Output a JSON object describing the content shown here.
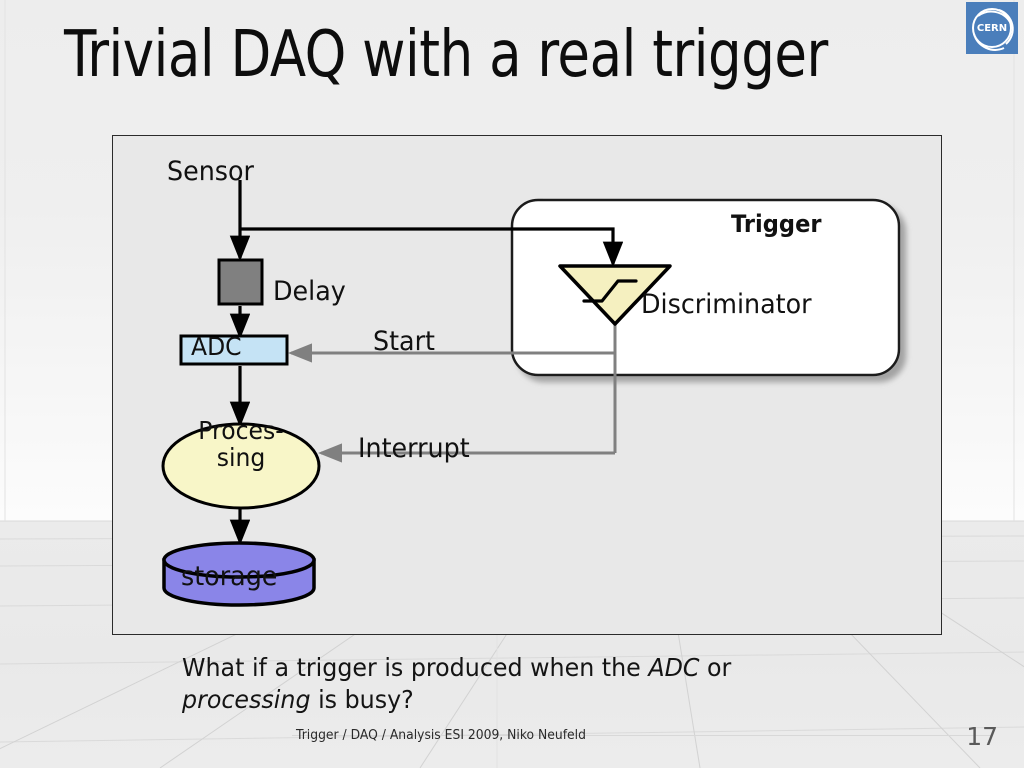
{
  "slide": {
    "title": "Trivial DAQ with a real trigger",
    "page_number": "17",
    "footer": "Trigger / DAQ / Analysis ESI 2009, Niko Neufeld",
    "background_color": "#eeeeee",
    "frame_fill": "#e8e8e8"
  },
  "logo": {
    "name": "cern-logo",
    "text": "CERN",
    "color": "#4a7ebb"
  },
  "diagram": {
    "nodes": {
      "sensor": {
        "label": "Sensor",
        "shape": "text-source"
      },
      "delay": {
        "label": "Delay",
        "shape": "square",
        "fill": "#808080"
      },
      "adc": {
        "label": "ADC",
        "shape": "rect",
        "fill": "#c5e3f5"
      },
      "processing": {
        "label": "Proces-\nsing",
        "line1": "Proces-",
        "line2": "sing",
        "shape": "ellipse",
        "fill": "#f8f6c8"
      },
      "storage": {
        "label": "storage",
        "shape": "cylinder",
        "fill": "#8a85e8"
      },
      "trigger": {
        "label": "Trigger",
        "shape": "rounded-rect",
        "fill": "#ffffff"
      },
      "discriminator": {
        "label": "Discriminator",
        "shape": "triangle-down",
        "fill": "#f5f0c0"
      }
    },
    "edges": [
      {
        "name": "sensor-to-delay",
        "label": "",
        "color": "#000000"
      },
      {
        "name": "sensor-branch-to-discriminator",
        "label": "",
        "color": "#000000"
      },
      {
        "name": "delay-to-adc",
        "label": "",
        "color": "#000000"
      },
      {
        "name": "discriminator-to-adc",
        "label": "Start",
        "color": "#808080"
      },
      {
        "name": "discriminator-to-processing",
        "label": "Interrupt",
        "color": "#808080"
      },
      {
        "name": "adc-to-processing",
        "label": "",
        "color": "#000000"
      },
      {
        "name": "processing-to-storage",
        "label": "",
        "color": "#000000"
      }
    ]
  },
  "caption": {
    "part1": "What if a trigger is produced when the ",
    "em1": "ADC",
    "part2": " or ",
    "em2": "processing",
    "part3": " is busy?"
  }
}
